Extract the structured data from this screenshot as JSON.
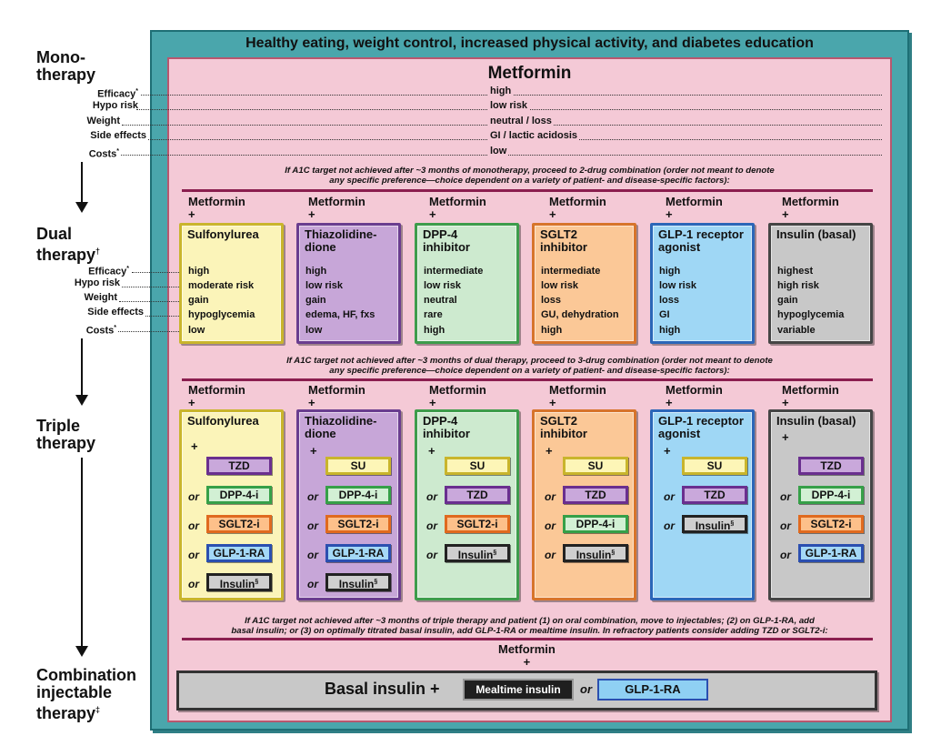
{
  "banner": "Healthy eating, weight control, increased physical activity, and diabetes education",
  "stages": {
    "mono": [
      "Mono-",
      "therapy"
    ],
    "dual": [
      "Dual",
      "therapy"
    ],
    "dual_mark": "†",
    "triple": [
      "Triple",
      "therapy"
    ],
    "combo": [
      "Combination",
      "injectable",
      "therapy"
    ],
    "combo_mark": "‡"
  },
  "row_labels": {
    "efficacy": "Efficacy",
    "hypo": "Hypo risk",
    "weight": "Weight",
    "side": "Side effects",
    "costs": "Costs",
    "star": "*"
  },
  "mono": {
    "title": "Metformin",
    "values": [
      "high",
      "low risk",
      "neutral / loss",
      "GI / lactic acidosis",
      "low"
    ]
  },
  "notes": {
    "mono_to_dual": [
      "If A1C target not achieved after ~3 months of monotherapy, proceed to 2-drug combination (order not meant to denote",
      "any specific preference—choice dependent on a variety of patient- and disease-specific factors):"
    ],
    "dual_to_triple": [
      "If A1C target not achieved after ~3 months of dual therapy, proceed to 3-drug combination (order not meant to denote",
      "any specific preference—choice dependent on a variety of patient- and disease-specific factors):"
    ],
    "triple_to_inj": [
      "If A1C target not achieved after ~3 months of triple therapy and patient (1) on oral combination, move to injectables; (2) on GLP-1-RA, add",
      "basal insulin; or (3) on optimally titrated basal insulin, add GLP-1-RA or mealtime insulin. In refractory patients consider adding TZD or SGLT2-i:"
    ]
  },
  "metformin_label": "Metformin",
  "plus": "+",
  "or": "or",
  "dual": [
    {
      "title": [
        "Sulfonylurea"
      ],
      "values": [
        "high",
        "moderate risk",
        "gain",
        "hypoglycemia",
        "low"
      ]
    },
    {
      "title": [
        "Thiazolidine-",
        "dione"
      ],
      "values": [
        "high",
        "low risk",
        "gain",
        "edema, HF, fxs",
        "low"
      ]
    },
    {
      "title": [
        "DPP-4",
        "inhibitor"
      ],
      "values": [
        "intermediate",
        "low risk",
        "neutral",
        "rare",
        "high"
      ]
    },
    {
      "title": [
        "SGLT2",
        "inhibitor"
      ],
      "values": [
        "intermediate",
        "low risk",
        "loss",
        "GU, dehydration",
        "high"
      ]
    },
    {
      "title": [
        "GLP-1 receptor",
        "agonist"
      ],
      "values": [
        "high",
        "low risk",
        "loss",
        "GI",
        "high"
      ]
    },
    {
      "title": [
        "Insulin (basal)"
      ],
      "values": [
        "highest",
        "high risk",
        "gain",
        "hypoglycemia",
        "variable"
      ]
    }
  ],
  "triple": [
    {
      "title": [
        "Sulfonylurea"
      ],
      "options": [
        "TZD",
        "DPP-4-i",
        "SGLT2-i",
        "GLP-1-RA",
        "Insulin"
      ]
    },
    {
      "title": [
        "Thiazolidine-",
        "dione"
      ],
      "options": [
        "SU",
        "DPP-4-i",
        "SGLT2-i",
        "GLP-1-RA",
        "Insulin"
      ]
    },
    {
      "title": [
        "DPP-4",
        "inhibitor"
      ],
      "options": [
        "SU",
        "TZD",
        "SGLT2-i",
        "Insulin"
      ]
    },
    {
      "title": [
        "SGLT2",
        "inhibitor"
      ],
      "options": [
        "SU",
        "TZD",
        "DPP-4-i",
        "Insulin"
      ]
    },
    {
      "title": [
        "GLP-1 receptor",
        "agonist"
      ],
      "options": [
        "SU",
        "TZD",
        "Insulin"
      ]
    },
    {
      "title": [
        "Insulin (basal)"
      ],
      "options": [
        "TZD",
        "DPP-4-i",
        "SGLT2-i",
        "GLP-1-RA"
      ]
    }
  ],
  "insulin_mark": "§",
  "bottom": {
    "basal": "Basal insulin +",
    "mealtime": "Mealtime insulin",
    "or": "or",
    "glp": "GLP-1-RA"
  }
}
